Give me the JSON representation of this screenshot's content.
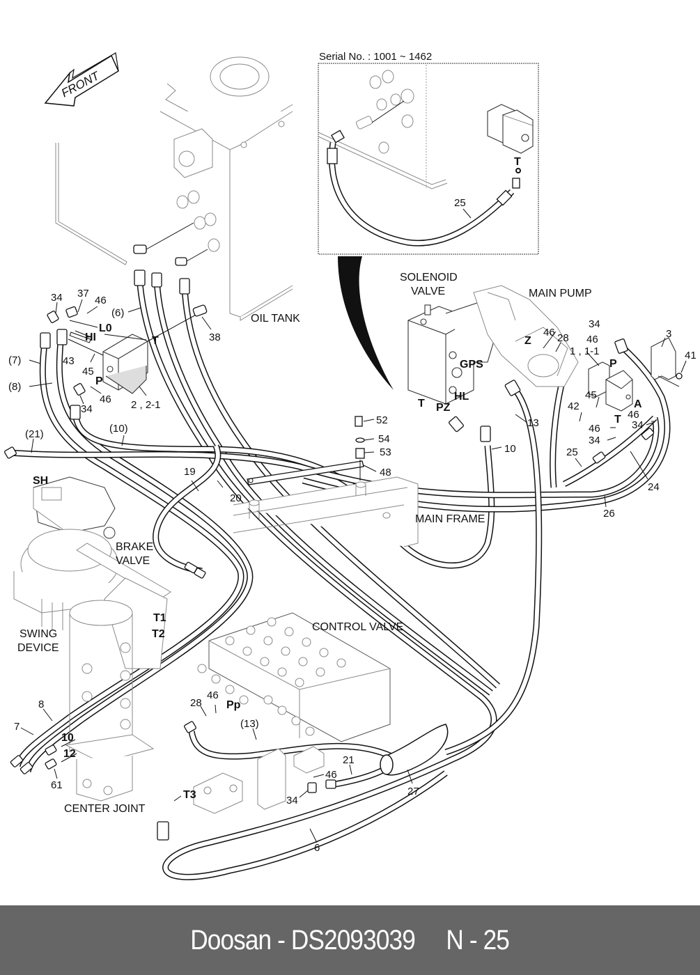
{
  "inset": {
    "serial_label": "Serial No. : 1001 ~ 1462",
    "callouts": {
      "hose": "25",
      "port": "T"
    }
  },
  "direction_arrow": {
    "label": "FRONT"
  },
  "component_captions": {
    "oil_tank": "OIL TANK",
    "solenoid_valve_line1": "SOLENOID",
    "solenoid_valve_line2": "VALVE",
    "main_pump": "MAIN PUMP",
    "main_frame": "MAIN FRAME",
    "brake_valve_line1": "BRAKE",
    "brake_valve_line2": "VALVE",
    "swing_device_line1": "SWING",
    "swing_device_line2": "DEVICE",
    "control_valve": "CONTROL VALVE",
    "center_joint": "CENTER JOINT"
  },
  "port_labels": {
    "L0": "L0",
    "HI": "HI",
    "P_left": "P",
    "T_left": "T",
    "SH": "SH",
    "T1": "T1",
    "T2": "T2",
    "T3": "T3",
    "Pp": "Pp",
    "GPS": "GPS",
    "HL": "HL",
    "T_sol": "T",
    "PZ": "PZ",
    "Z": "Z",
    "P_right": "P",
    "A": "A",
    "T_right": "T",
    "10_cj": "10",
    "12_cj": "12"
  },
  "part_numbers": {
    "n34a": "34",
    "n37": "37",
    "n46a": "46",
    "n6p": "(6)",
    "n38": "38",
    "n7p": "(7)",
    "n8p": "(8)",
    "n43": "43",
    "n45a": "45",
    "n46b": "46",
    "n34b": "34",
    "n2": "2 , 2-1",
    "n10p": "(10)",
    "n21p": "(21)",
    "n19": "19",
    "n20": "20",
    "n52": "52",
    "n54": "54",
    "n53": "53",
    "n48": "48",
    "n46c": "46",
    "n28a": "28",
    "n34c": "34",
    "n46d": "46",
    "n3": "3",
    "n41": "41",
    "n1": "1 , 1-1",
    "n45b": "45",
    "n42": "42",
    "n46e": "46",
    "n34d": "34",
    "n46f": "46",
    "n34e": "34",
    "n13": "13",
    "n10": "10",
    "n25": "25",
    "n24": "24",
    "n26": "26",
    "n8": "8",
    "n7": "7",
    "n61": "61",
    "n28b": "28",
    "n46g": "46",
    "n13p": "(13)",
    "n21": "21",
    "n46h": "46",
    "n34f": "34",
    "n27": "27",
    "n6": "6"
  },
  "footer": {
    "brand": "Doosan",
    "part_code": "DS2093039",
    "page": "N - 25",
    "text": "Doosan - DS2093039     N - 25"
  },
  "colors": {
    "footer_bg": "#666666",
    "footer_text": "#ffffff",
    "line": "#111111"
  }
}
